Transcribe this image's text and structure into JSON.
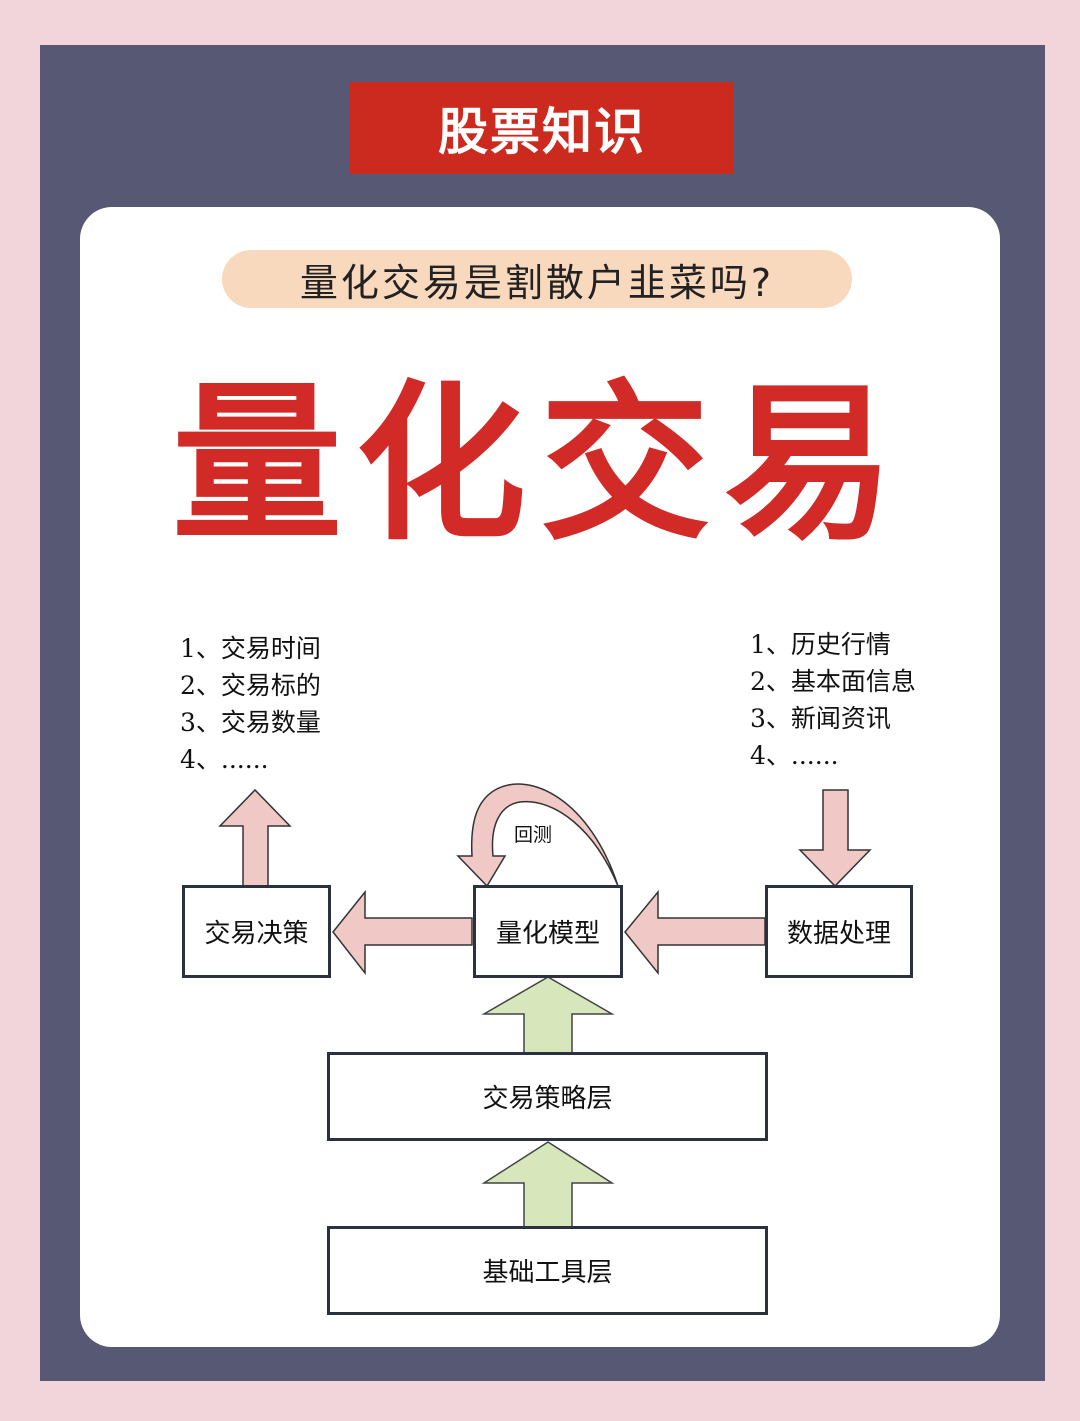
{
  "header": {
    "banner": "股票知识",
    "question": "量化交易是割散户韭菜吗?",
    "title": "量化交易"
  },
  "diagram": {
    "left_list": [
      "1、交易时间",
      "2、交易标的",
      "3、交易数量",
      "4、......"
    ],
    "right_list": [
      "1、历史行情",
      "2、基本面信息",
      "3、新闻资讯",
      "4、......"
    ],
    "nodes": {
      "decision": "交易决策",
      "model": "量化模型",
      "data": "数据处理",
      "strategy": "交易策略层",
      "tools": "基础工具层"
    },
    "loop_label": "回测",
    "colors": {
      "pink_arrow": "#f0c9c6",
      "green_arrow": "#d8e6bb",
      "title_red": "#d22a26",
      "banner_red": "#cc2a1f",
      "panel": "#575873"
    }
  }
}
